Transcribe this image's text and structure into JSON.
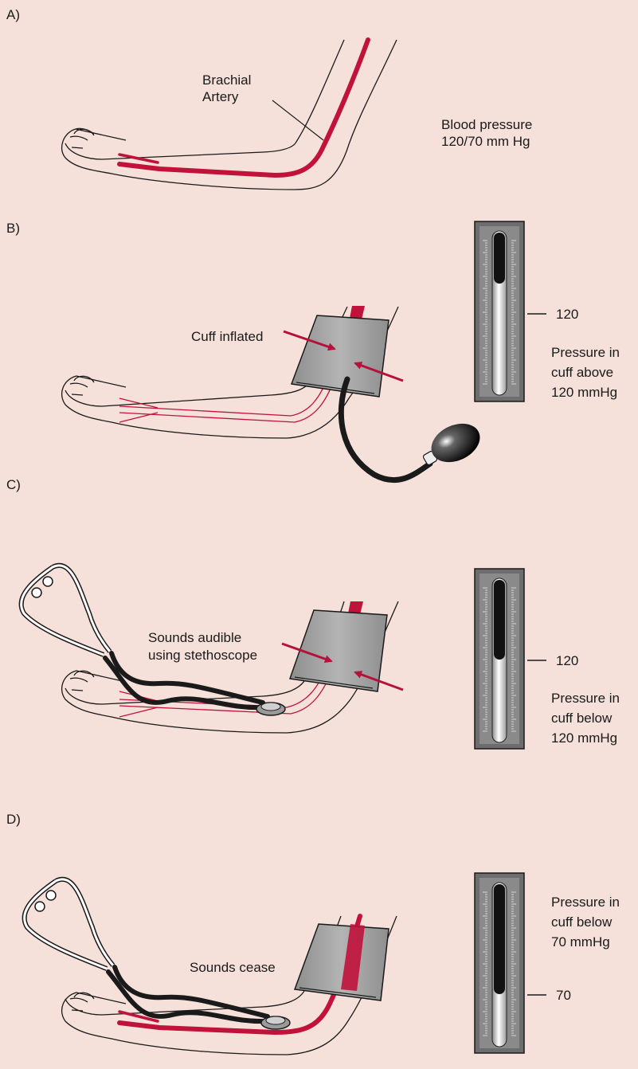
{
  "colors": {
    "background": "#f5e1da",
    "artery": "#c0123a",
    "cuff": "#9a9a9a",
    "outline": "#1a1a1a",
    "gauge_frame": "#6d6d6d"
  },
  "panels": [
    {
      "id": "A",
      "label": "A)",
      "artery_label": [
        "Brachial",
        "Artery"
      ],
      "caption": [
        "Blood pressure",
        "120/70 mm Hg"
      ]
    },
    {
      "id": "B",
      "label": "B)",
      "annotation": "Cuff inflated",
      "gauge_reading": "120",
      "caption": [
        "Pressure in",
        "cuff above",
        "120 mmHg"
      ]
    },
    {
      "id": "C",
      "label": "C)",
      "annotation": [
        "Sounds audible",
        "using stethoscope"
      ],
      "gauge_reading": "120",
      "caption": [
        "Pressure in",
        "cuff below",
        "120 mmHg"
      ]
    },
    {
      "id": "D",
      "label": "D)",
      "annotation": "Sounds cease",
      "gauge_reading": "70",
      "caption": [
        "Pressure in",
        "cuff below",
        "70 mmHg"
      ]
    }
  ]
}
